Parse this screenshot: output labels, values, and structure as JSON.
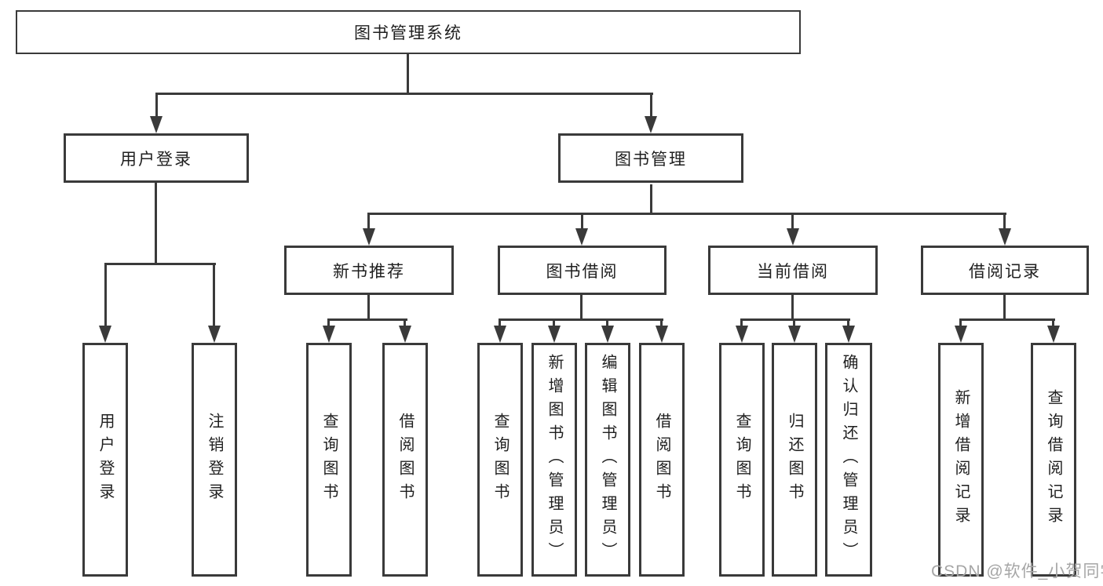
{
  "nodes": {
    "root": "图书管理系统",
    "level2": {
      "user_login": "用户登录",
      "book_management": "图书管理"
    },
    "level3": {
      "new_book_recommend": "新书推荐",
      "book_borrow": "图书借阅",
      "current_borrow": "当前借阅",
      "borrow_records": "借阅记录"
    },
    "leaves": {
      "user_login": [
        "用户登录",
        "注销登录"
      ],
      "new_book_recommend": [
        "查询图书",
        "借阅图书"
      ],
      "book_borrow": [
        "查询图书",
        "新增图书（管理员）",
        "编辑图书（管理员）",
        "借阅图书"
      ],
      "current_borrow": [
        "查询图书",
        "归还图书",
        "确认归还（管理员）"
      ],
      "borrow_records": [
        "新增借阅记录",
        "查询借阅记录"
      ]
    }
  },
  "watermark": "CSDN @软件_小贺同学",
  "colors": {
    "line": "#3a3a3a",
    "text": "#1f1f1f",
    "background": "#ffffff",
    "watermark": "#a6a6a6"
  }
}
